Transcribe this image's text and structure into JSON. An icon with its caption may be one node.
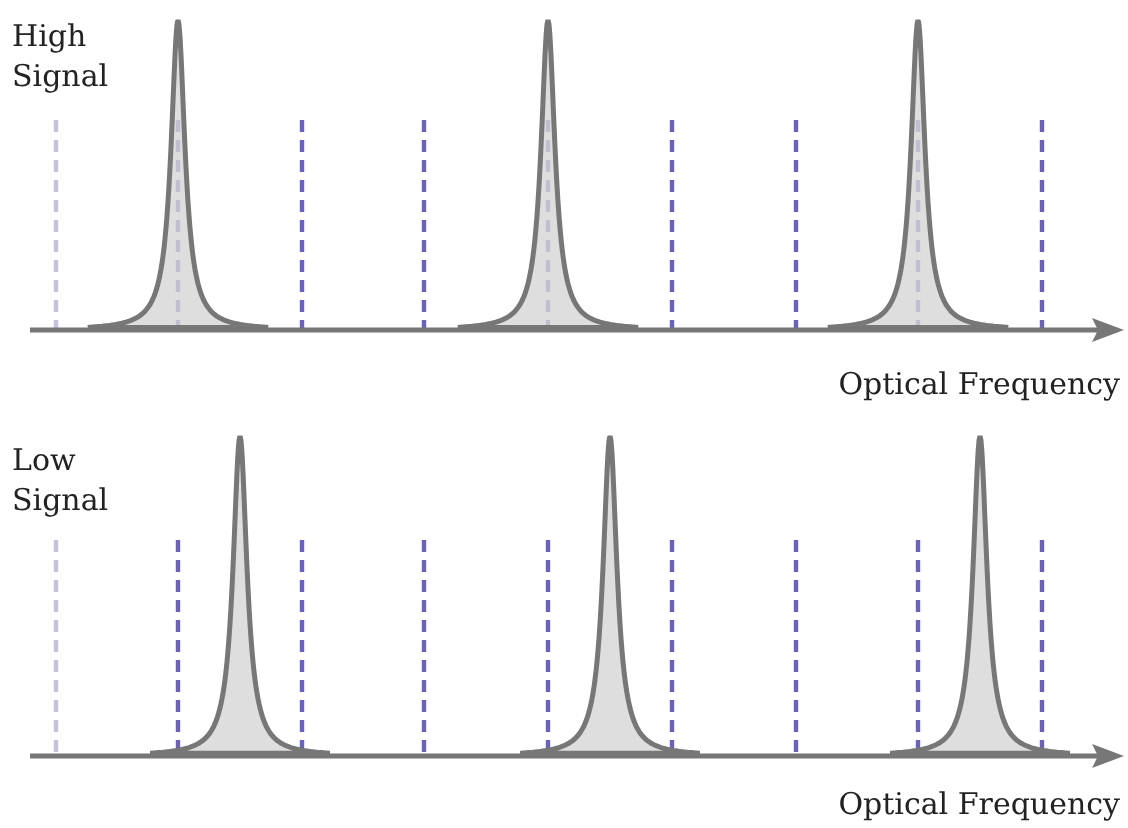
{
  "diagram": {
    "labels": [
      "High Signal",
      "Optical Frequency",
      "Low Signal",
      "Optical Frequency"
    ]
  }
}
